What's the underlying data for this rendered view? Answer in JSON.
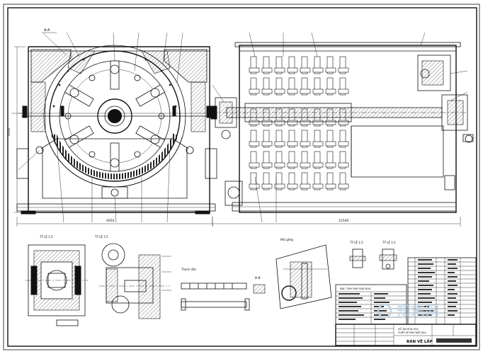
{
  "drawing": {
    "dim_front_width": "4950",
    "dim_side_width": "12500",
    "dim_height": "4330",
    "title_block": {
      "school": "ĐỒ ÁN MÔN HỌC",
      "project": "THIẾT KẾ MÁY ĐẬP BÚA",
      "sheet_name": "BẢN VẼ LẮP",
      "spec_header": "ĐẶC TÍNH MÁY ĐẬP BÚA"
    },
    "section_labels": {
      "section_a": "A-A",
      "section_b": "B-B",
      "detail_shaft": "Thanh dẫn",
      "detail_joint": "Mối ghép",
      "scale_left": "TỶ LỆ 1:5",
      "scale_mid": "TỶ LỆ 1:5",
      "scale_right_1": "TỶ LỆ 1:2",
      "scale_right_2": "TỶ LỆ 1:2"
    },
    "watermark": "知末网"
  }
}
